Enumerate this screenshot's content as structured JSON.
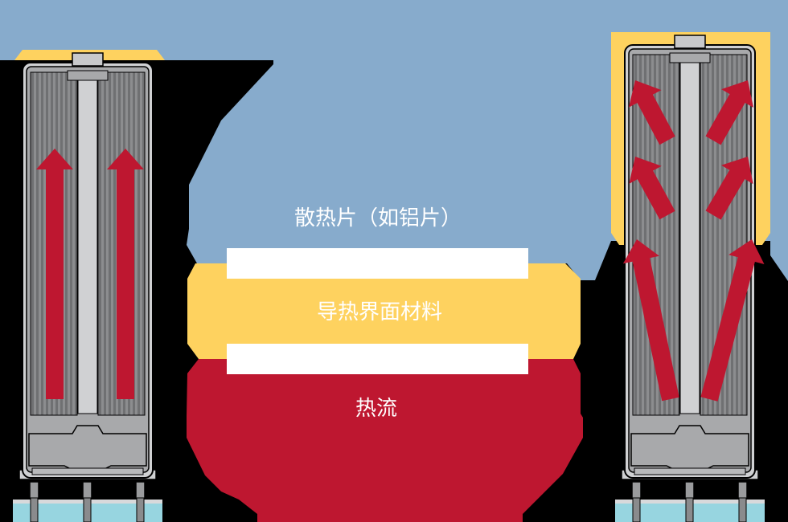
{
  "labels": {
    "heat_sink": "散热片（如铝片）",
    "tim": "导热界面材料",
    "heat_flow": "热流"
  },
  "colors": {
    "heat_sink": "#87abcc",
    "tim": "#fed25f",
    "heat_flow": "#be1730",
    "pcb": "#97d5e0",
    "background": "#000000"
  }
}
